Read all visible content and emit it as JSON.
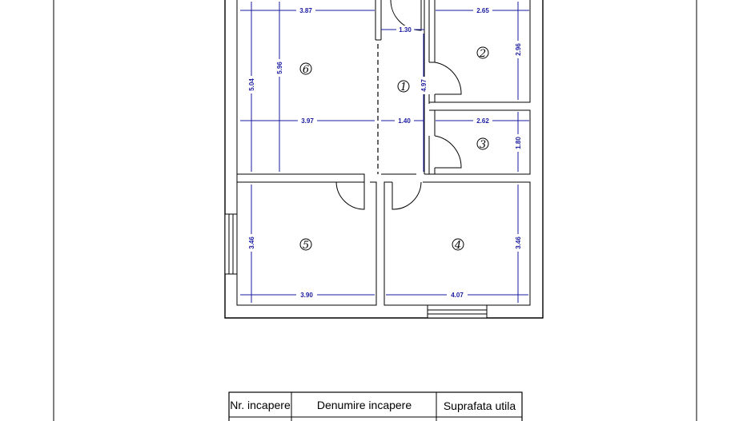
{
  "rooms": [
    {
      "num": "1"
    },
    {
      "num": "2"
    },
    {
      "num": "3"
    },
    {
      "num": "4"
    },
    {
      "num": "5"
    },
    {
      "num": "6"
    }
  ],
  "dimensions": {
    "d_387": "3.87",
    "d_130": "1.30",
    "d_265": "2.65",
    "d_296": "2.96",
    "d_504": "5.04",
    "d_596": "5.96",
    "d_497": "4.97",
    "d_397": "3.97",
    "d_140": "1.40",
    "d_262": "2.62",
    "d_180": "1.80",
    "d_346a": "3.46",
    "d_346b": "3.46",
    "d_390": "3.90",
    "d_407": "4.07"
  },
  "table": {
    "headers": [
      "Nr. incapere",
      "Denumire incapere",
      "Suprafata utila"
    ]
  }
}
